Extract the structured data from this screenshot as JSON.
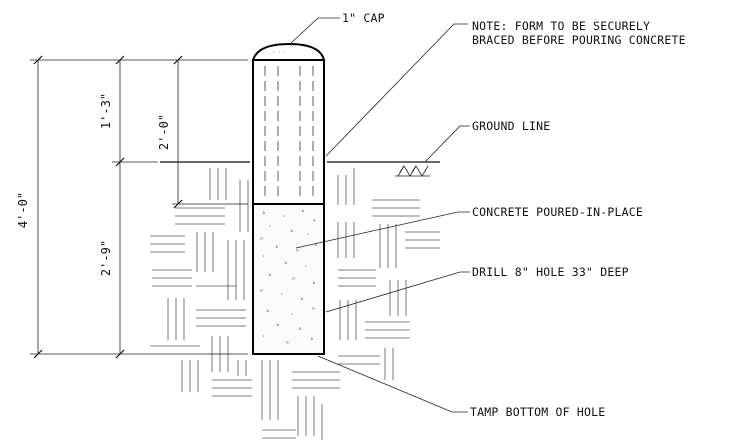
{
  "labels": {
    "cap": "1\" CAP",
    "note_line1": "NOTE:  FORM TO BE SECURELY",
    "note_line2": "BRACED BEFORE POURING CONCRETE",
    "ground_line": "GROUND LINE",
    "concrete": "CONCRETE POURED-IN-PLACE",
    "drill": "DRILL 8\" HOLE 33\" DEEP",
    "tamp": "TAMP BOTTOM OF HOLE"
  },
  "dimensions": {
    "overall": "4'-0\"",
    "above_ground": "1'-3\"",
    "form_depth": "2'-0\"",
    "below_ground": "2'-9\""
  }
}
